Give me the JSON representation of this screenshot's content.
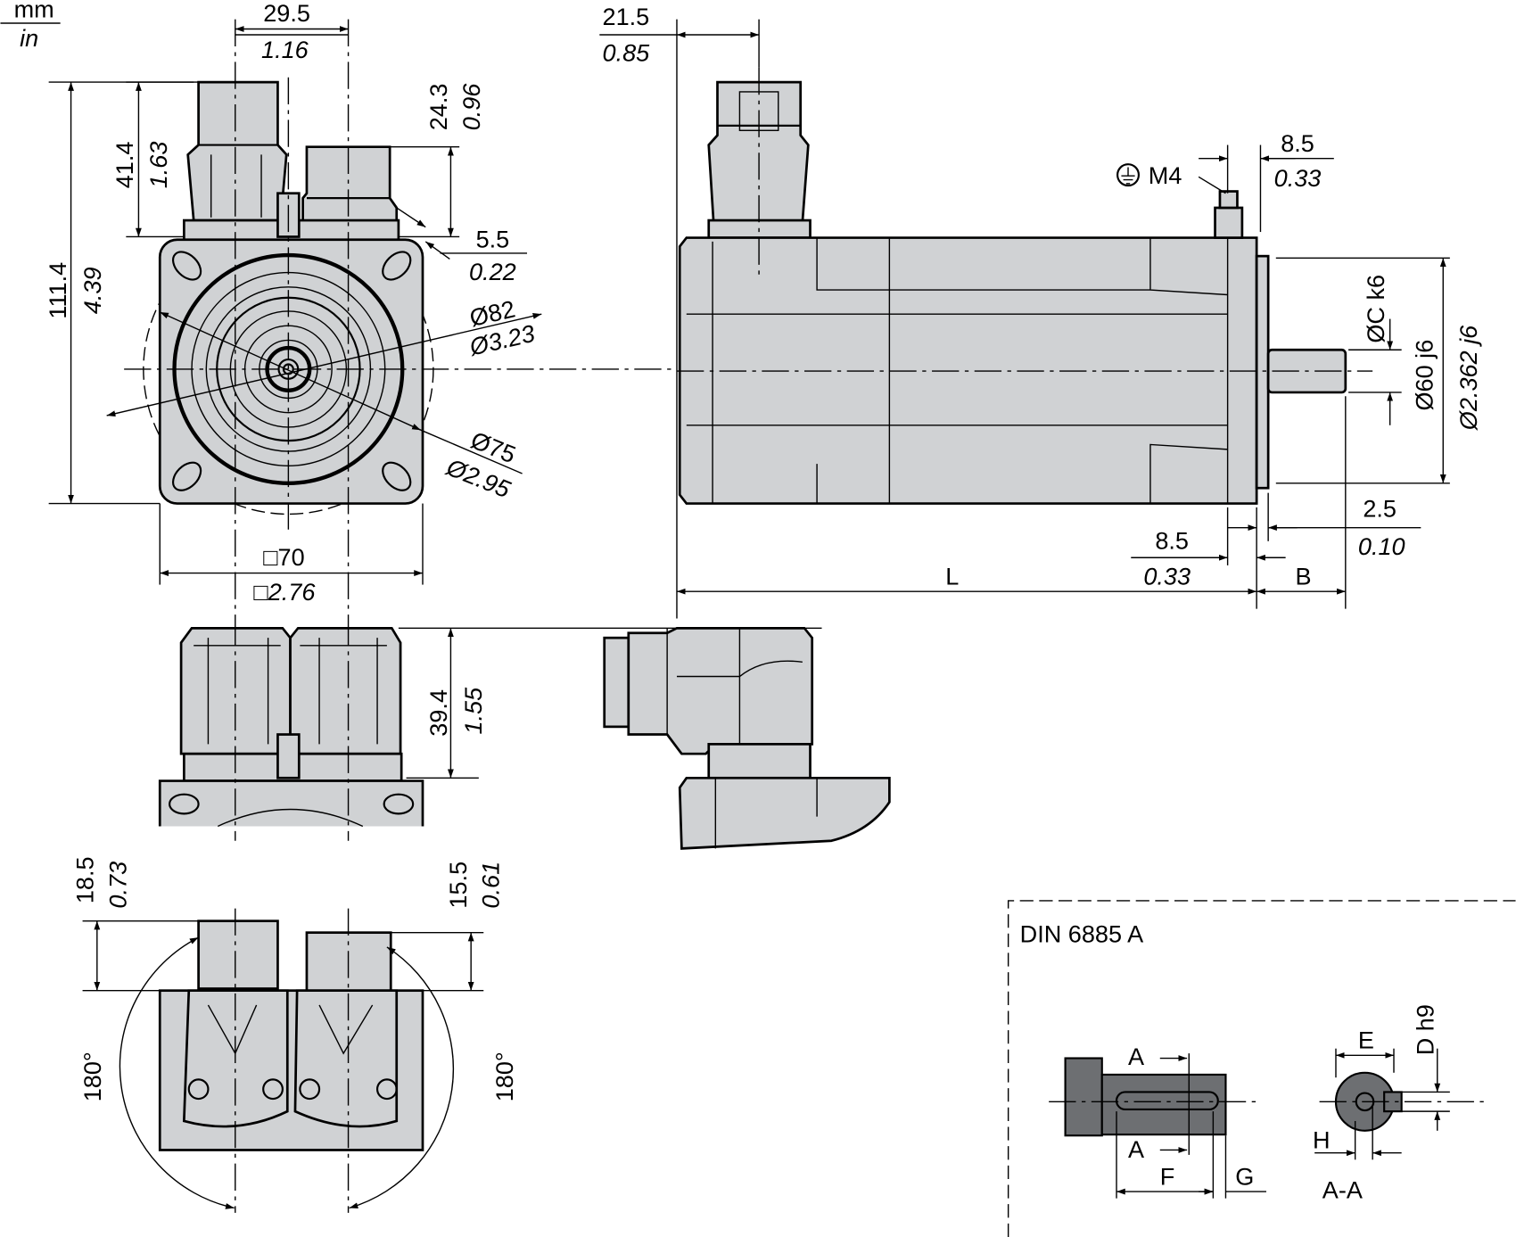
{
  "units": {
    "metric": "mm",
    "imperial": "in"
  },
  "front_view": {
    "conn_spacing": {
      "mm": "29.5",
      "in": "1.16"
    },
    "conn1_height": {
      "mm": "41.4",
      "in": "1.63"
    },
    "conn2_height": {
      "mm": "24.3",
      "in": "0.96"
    },
    "total_height": {
      "mm": "111.4",
      "in": "4.39"
    },
    "offset": {
      "mm": "5.5",
      "in": "0.22"
    },
    "bolt_circle": {
      "mm": "Ø82",
      "in": "Ø3.23"
    },
    "pilot_circle": {
      "mm": "Ø75",
      "in": "Ø2.95"
    },
    "flange_square": {
      "mm": "□70",
      "in": "□2.76"
    }
  },
  "side_view": {
    "conn_offset": {
      "mm": "21.5",
      "in": "0.85"
    },
    "ground_screw": "M4",
    "ground_offset": {
      "mm": "8.5",
      "in": "0.33"
    },
    "shaft_dia": "ØC k6",
    "centering_dia": {
      "mm": "Ø60 j6",
      "in": "Ø2.362 j6"
    },
    "flange_thickness": {
      "mm": "2.5",
      "in": "0.10"
    },
    "flange_depth": {
      "mm": "8.5",
      "in": "0.33"
    },
    "length_label": "L",
    "shaft_length_label": "B"
  },
  "connector_view": {
    "height": {
      "mm": "39.4",
      "in": "1.55"
    }
  },
  "rotation_view": {
    "left_offset": {
      "mm": "18.5",
      "in": "0.73"
    },
    "right_offset": {
      "mm": "15.5",
      "in": "0.61"
    },
    "left_rotation": "180°",
    "right_rotation": "180°"
  },
  "key_detail": {
    "title": "DIN 6885 A",
    "section_mark_top": "A",
    "section_mark_bottom": "A",
    "key_length": "F",
    "key_offset": "G",
    "key_width": "E",
    "shaft_tolerance": "D h9",
    "key_height": "H",
    "section_label": "A-A"
  }
}
